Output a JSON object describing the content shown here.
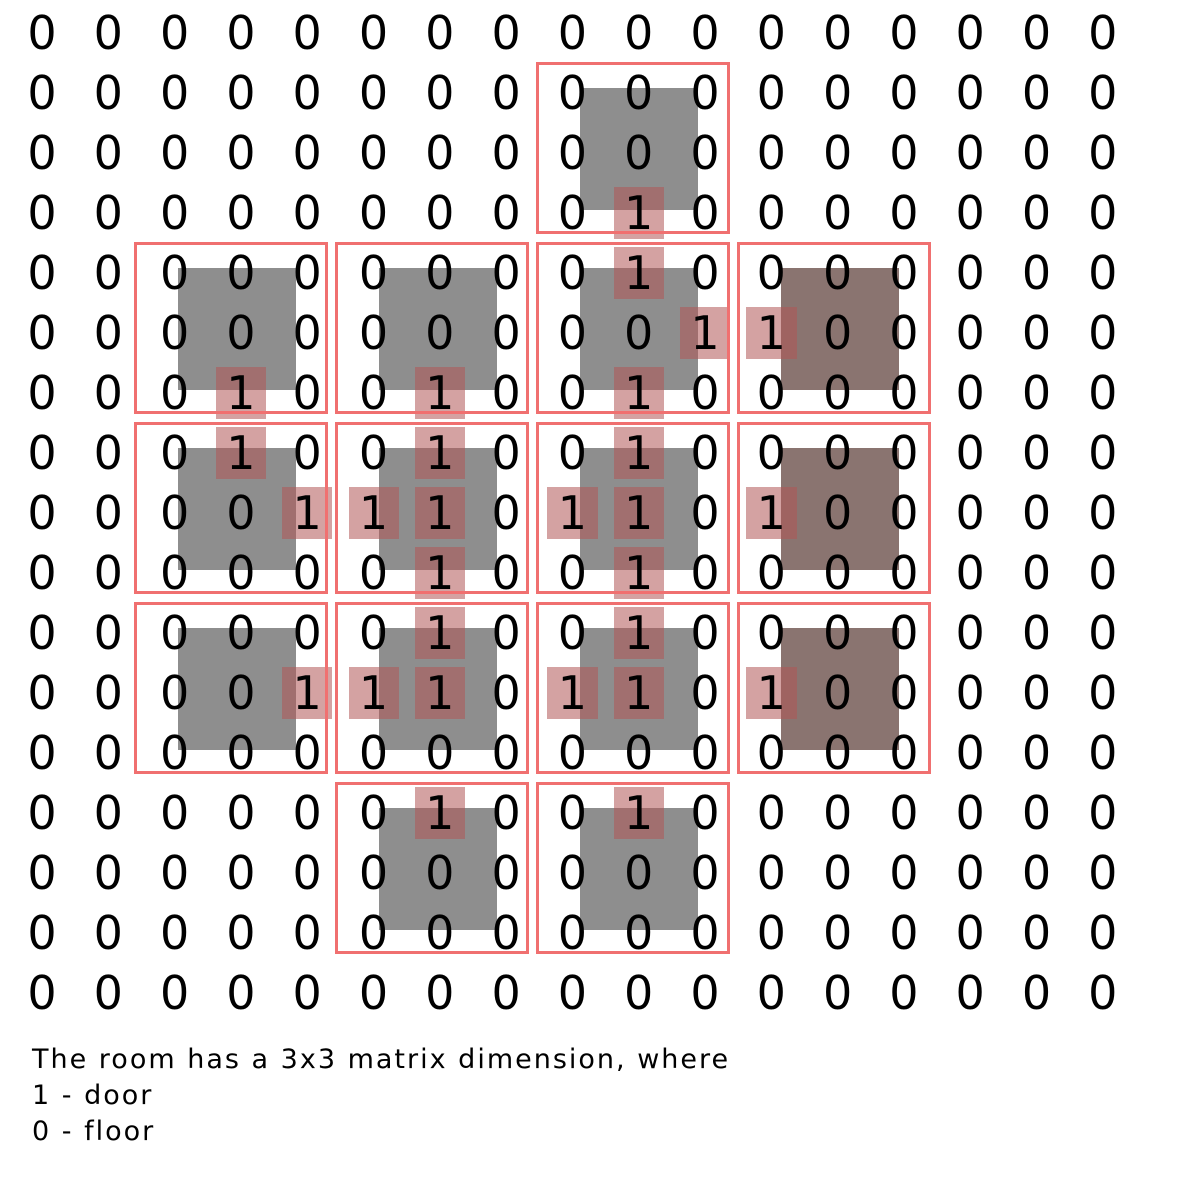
{
  "grid": [
    "00000000000000000",
    "00000000000000000",
    "00000000000000000",
    "00000000010000000",
    "00000000010000000",
    "00000000001100000",
    "00010010010000000",
    "00010010010000000",
    "00001110110100000",
    "00000010010000000",
    "00000010010000000",
    "00001110110100000",
    "00000000000000000",
    "00000010010000000",
    "00000000000000000",
    "00000000000000000",
    "00000000000000000"
  ],
  "rooms": [
    {
      "row": 0,
      "col": 2,
      "variant": "stone"
    },
    {
      "row": 1,
      "col": 0,
      "variant": "stone"
    },
    {
      "row": 1,
      "col": 1,
      "variant": "stone"
    },
    {
      "row": 1,
      "col": 2,
      "variant": "stone"
    },
    {
      "row": 1,
      "col": 3,
      "variant": "brown"
    },
    {
      "row": 2,
      "col": 0,
      "variant": "stone"
    },
    {
      "row": 2,
      "col": 1,
      "variant": "stone"
    },
    {
      "row": 2,
      "col": 2,
      "variant": "stone"
    },
    {
      "row": 2,
      "col": 3,
      "variant": "brown"
    },
    {
      "row": 3,
      "col": 0,
      "variant": "stone"
    },
    {
      "row": 3,
      "col": 1,
      "variant": "stone"
    },
    {
      "row": 3,
      "col": 2,
      "variant": "stone"
    },
    {
      "row": 3,
      "col": 3,
      "variant": "brown"
    },
    {
      "row": 4,
      "col": 1,
      "variant": "stone"
    },
    {
      "row": 4,
      "col": 2,
      "variant": "stone"
    }
  ],
  "legend": {
    "line1": "The room has a 3x3 matrix dimension, where",
    "line2": "1 - door",
    "line3": "0 - floor"
  },
  "colors": {
    "frame": "#f07070",
    "floor_stone": "#8e8e8e",
    "floor_brown": "#8a7470",
    "corridor": "#b05555",
    "digit": "#000000"
  }
}
